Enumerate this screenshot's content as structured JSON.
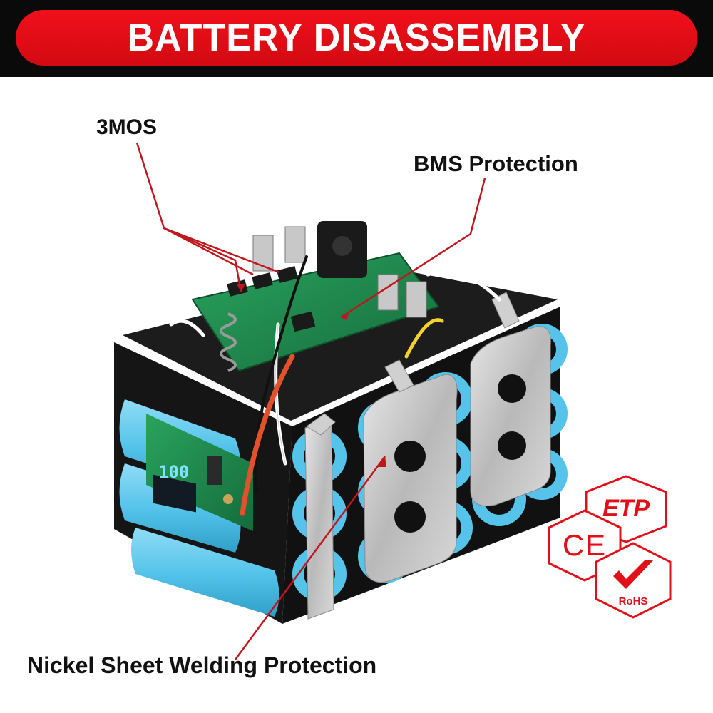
{
  "banner": {
    "title": "BATTERY DISASSEMBLY"
  },
  "callouts": {
    "mos": "3MOS",
    "bms": "BMS Protection",
    "nickel": "Nickel Sheet Welding Protection"
  },
  "display_reading": "100",
  "certifications": {
    "etp": "ETP",
    "ce": "CE",
    "rohs": "RoHS"
  },
  "colors": {
    "banner_red": "#e50d16",
    "banner_band": "#0a0a0a",
    "callout_line": "#c0161d",
    "cell_blue": "#56c4ea",
    "holder_black": "#141414",
    "nickel": "#c9c9c9",
    "pcb_green": "#1e8a4e"
  }
}
